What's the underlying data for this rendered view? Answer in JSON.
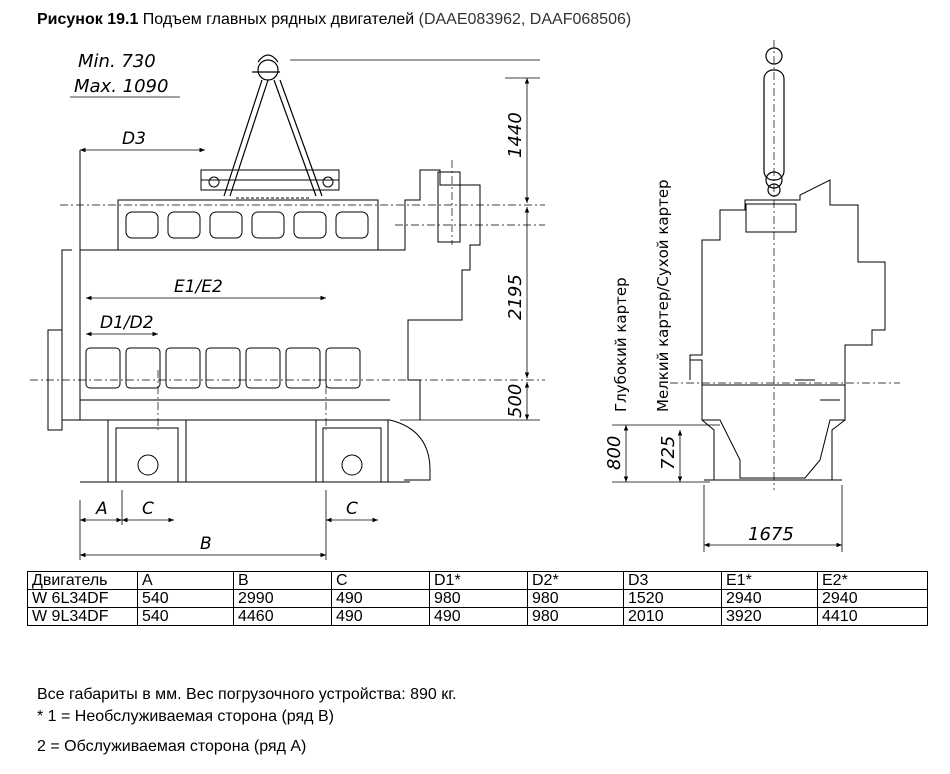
{
  "figure": {
    "label": "Рисунок 19.1",
    "title": "Подъем главных рядных двигателей",
    "codes": "(DAAE083962, DAAF068506)"
  },
  "drawing": {
    "min_label": "Min. 730",
    "max_label": "Max. 1090",
    "dim_d3": "D3",
    "dim_e1e2": "E1/E2",
    "dim_d1d2": "D1/D2",
    "dim_a": "A",
    "dim_c": "C",
    "dim_b": "B",
    "dim_1440": "1440",
    "dim_2195": "2195",
    "dim_500": "500",
    "dim_800": "800",
    "dim_725": "725",
    "dim_1675": "1675",
    "deep_sump": "Глубокий картер",
    "shallow_dry_sump": "Мелкий картер/Сухой картер"
  },
  "table": {
    "headers": [
      "Двигатель",
      "A",
      "B",
      "C",
      "D1*",
      "D2*",
      "D3",
      "E1*",
      "E2*"
    ],
    "rows": [
      [
        "W 6L34DF",
        "540",
        "2990",
        "490",
        "980",
        "980",
        "1520",
        "2940",
        "2940"
      ],
      [
        "W 9L34DF",
        "540",
        "4460",
        "490",
        "490",
        "980",
        "2010",
        "3920",
        "4410"
      ]
    ]
  },
  "notes": {
    "line1": "Все габариты в мм. Вес погрузочного устройства: 890 кг.",
    "line2": "* 1 = Необслуживаемая сторона (ряд B)",
    "line3": "2 = Обслуживаемая сторона (ряд A)"
  }
}
